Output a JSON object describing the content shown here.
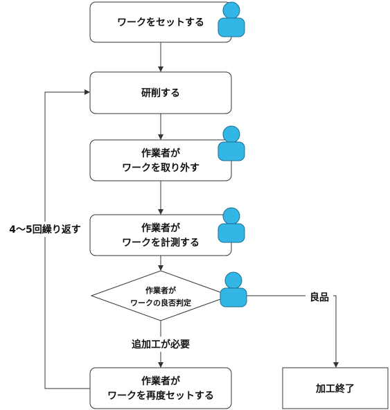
{
  "nodes": {
    "set_work": {
      "lines": [
        "ワークをセットする"
      ]
    },
    "grind": {
      "lines": [
        "研削する"
      ]
    },
    "remove": {
      "lines": [
        "作業者が",
        "ワークを取り外す"
      ]
    },
    "measure": {
      "lines": [
        "作業者が",
        "ワークを計測する"
      ]
    },
    "judge": {
      "lines": [
        "作業者が",
        "ワークの良否判定"
      ]
    },
    "reset": {
      "lines": [
        "作業者が",
        "ワークを再度セットする"
      ]
    },
    "finish": {
      "lines": [
        "加工終了"
      ]
    }
  },
  "edges": {
    "loop_label": "4～5回繰り返す",
    "good_label": "良品",
    "rework_label": "追加工が必要"
  },
  "icons": {
    "person": "person-icon",
    "person_color": "#33b5e5"
  }
}
